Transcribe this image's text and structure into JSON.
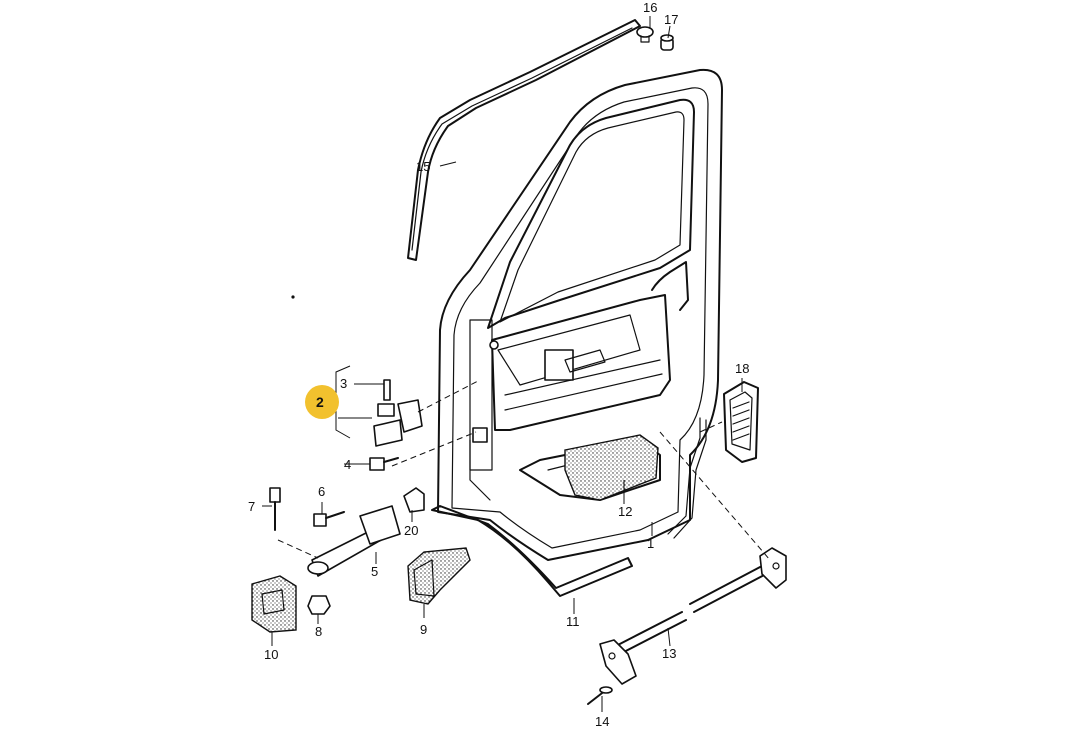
{
  "diagram": {
    "highlight_color": "#F2C12E",
    "highlighted_part": "2",
    "callouts": {
      "c1": "1",
      "c2": "2",
      "c3": "3",
      "c4": "4",
      "c5": "5",
      "c6": "6",
      "c7": "7",
      "c8": "8",
      "c9": "9",
      "c10": "10",
      "c11": "11",
      "c12": "12",
      "c13": "13",
      "c14": "14",
      "c15": "15",
      "c16": "16",
      "c17": "17",
      "c18": "18",
      "c20": "20"
    }
  }
}
